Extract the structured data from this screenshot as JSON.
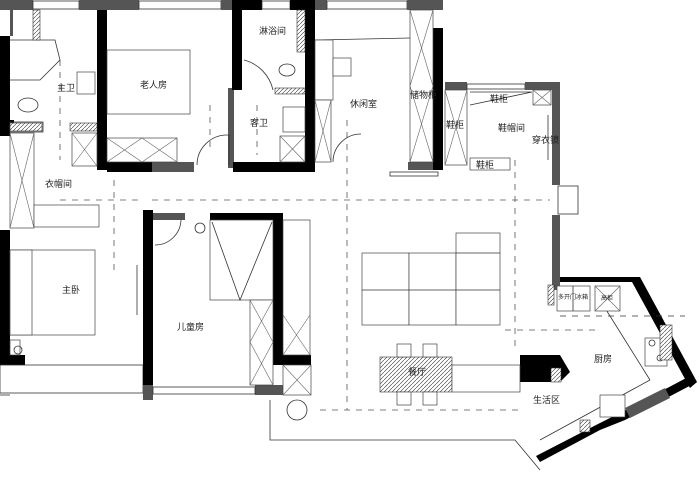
{
  "plan": {
    "rooms": {
      "elder_room": "老人房",
      "master_bath": "主卫",
      "shower": "淋浴间",
      "guest_bath": "客卫",
      "leisure_room": "休闲室",
      "storage_cabinet": "储物柜",
      "shoe_cabinet_top": "鞋柜",
      "shoe_cabinet_left": "鞋柜",
      "shoe_cabinet_bottom": "鞋柜",
      "cloakroom_entry": "鞋帽间",
      "mirror": "穿衣镜",
      "walk_in_closet": "衣帽间",
      "master_bedroom": "主卧",
      "children_room": "儿童房",
      "dining": "餐厅",
      "kitchen": "厨房",
      "living_area": "生活区",
      "fridge": "多开门冰箱",
      "tall_cabinet": "高柜"
    },
    "colors": {
      "wall": "#000000",
      "wall_gray": "#555555",
      "line": "#333333"
    }
  }
}
